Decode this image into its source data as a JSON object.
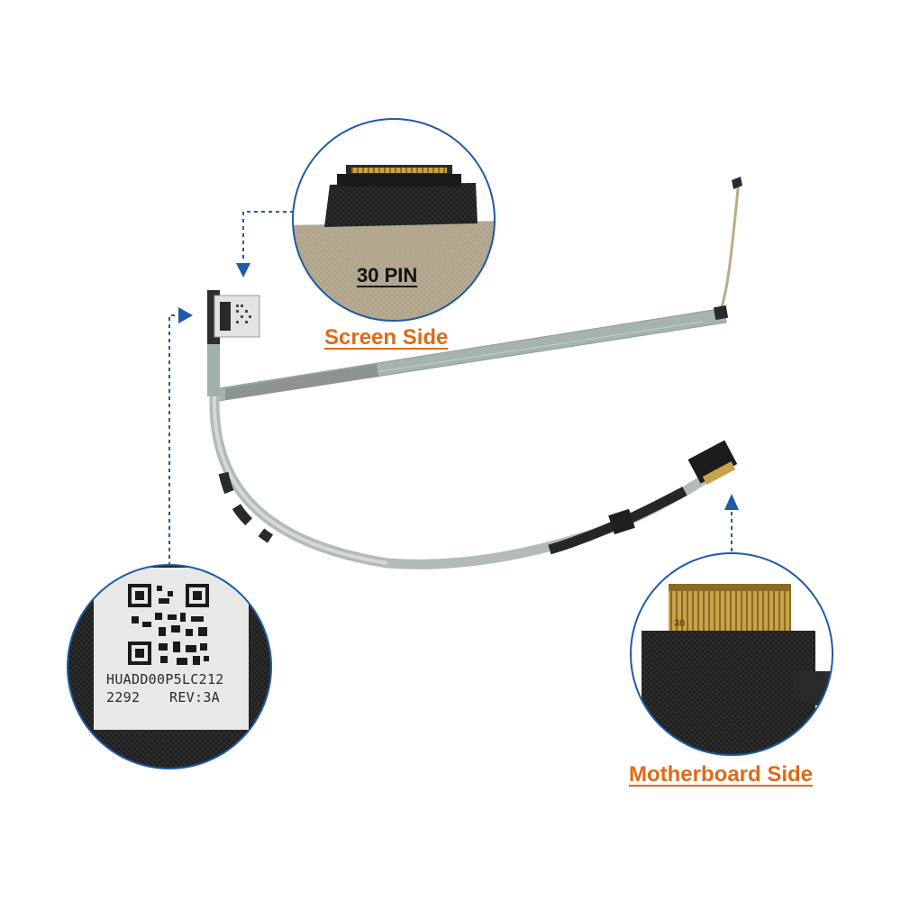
{
  "labels": {
    "screen_side": "Screen Side",
    "motherboard_side": "Motherboard Side",
    "pin_count": "30 PIN",
    "pin_marker": "30"
  },
  "sticker": {
    "part_number": "HUADD00P5LC212",
    "lot_code": "2292",
    "revision": "REV:3A"
  },
  "colors": {
    "accent_orange": "#e06a17",
    "callout_blue": "#1f5aa6",
    "cable_grey": "#9aa6a3",
    "connector_black": "#1e1e1e",
    "contact_gold": "#c9a24a"
  }
}
